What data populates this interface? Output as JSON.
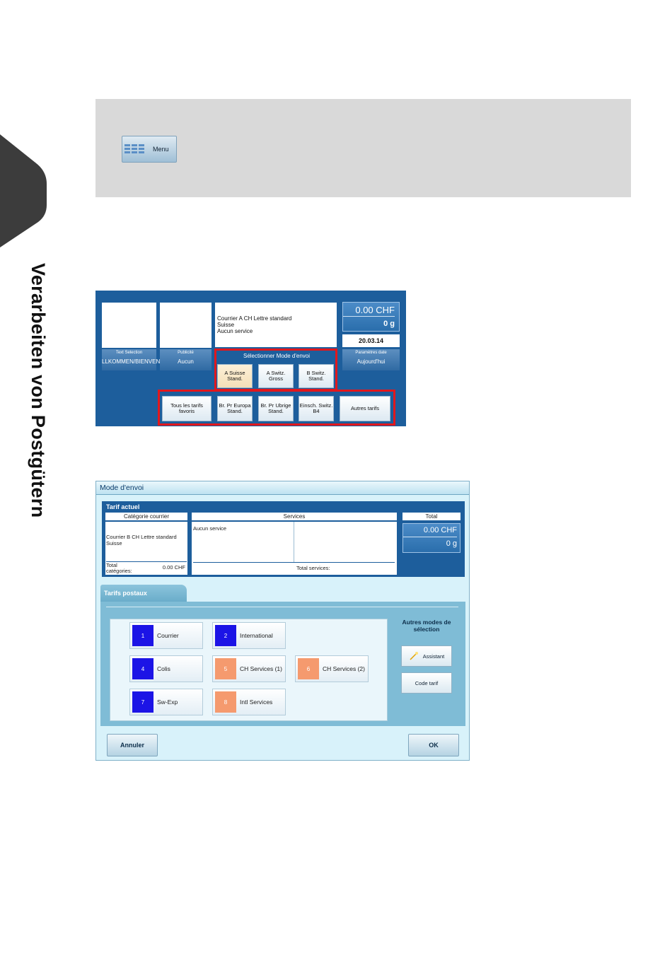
{
  "page": {
    "side_title": "Verarbeiten von Postgütern"
  },
  "menu": {
    "label": "Menu"
  },
  "screen1": {
    "info_lines": [
      "Courrier A CH Lettre standard",
      "Suisse",
      "Aucun service"
    ],
    "amount": "0.00 CHF",
    "weight": "0 g",
    "date": "20.03.14",
    "bars": [
      {
        "title": "Text Selection",
        "value": "LLKOMMEN/BIENVEN"
      },
      {
        "title": "Publicité",
        "value": "Aucun"
      },
      {
        "title": "Paramètres date",
        "value": "Aujourd'hui"
      }
    ],
    "mode_title": "Sélectionner Mode d'envoi",
    "mode_buttons": [
      "A Suisse Stand.",
      "A Switz. Gross",
      "B Switz. Stand."
    ],
    "fav_buttons": [
      "Tous les tarifs favoris",
      "Br. Pr Europa Stand.",
      "Br. Pr Ubrige Stand.",
      "Einsch. Switz. B4",
      "Autres tarifs"
    ]
  },
  "screen2": {
    "title": "Mode d'envoi",
    "current_title": "Tarif actuel",
    "cat_header": "Catégorie courrier",
    "cat_lines": [
      "Courrier B CH Lettre standard",
      "Suisse"
    ],
    "cat_total_label_1": "Total",
    "cat_total_label_2": "catégories:",
    "cat_total_value": "0.00 CHF",
    "services_header": "Services",
    "services_value": "Aucun service",
    "services_total": "Total services:",
    "total_header": "Total",
    "total_amount": "0.00 CHF",
    "total_weight": "0 g",
    "tab": "Tarifs postaux",
    "rates": [
      {
        "num": "1",
        "label": "Courrier",
        "color": "#1c14e6"
      },
      {
        "num": "2",
        "label": "International",
        "color": "#1c14e6"
      },
      {
        "num": "4",
        "label": "Colis",
        "color": "#1c14e6"
      },
      {
        "num": "5",
        "label": "CH Services (1)",
        "color": "#f59a6e"
      },
      {
        "num": "6",
        "label": "CH Services (2)",
        "color": "#f59a6e"
      },
      {
        "num": "7",
        "label": "Sw-Exp",
        "color": "#1c14e6"
      },
      {
        "num": "8",
        "label": "Intl Services",
        "color": "#f59a6e"
      }
    ],
    "other_title": "Autres modes de sélection",
    "assistant": "Assistant",
    "code_tarif": "Code tarif",
    "cancel": "Annuler",
    "ok": "OK"
  }
}
